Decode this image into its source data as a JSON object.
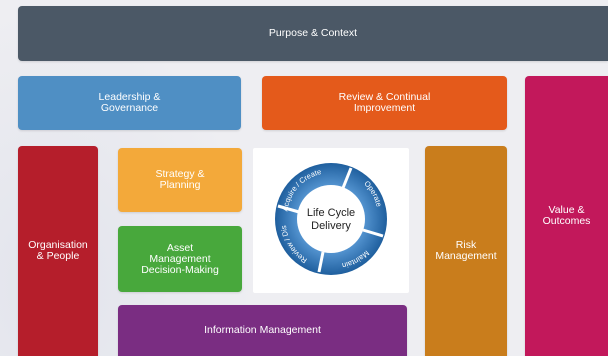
{
  "blocks": {
    "purpose": "Purpose & Context",
    "leadership": "Leadership &\nGovernance",
    "review": "Review & Continual\nImprovement",
    "value": "Value &\nOutcomes",
    "organisation": "Organisation\n& People",
    "strategy": "Strategy &\nPlanning",
    "asset_management": "Asset\nManagement\nDecision-Making",
    "risk": "Risk\nManagement",
    "information": "Information Management"
  },
  "cycle": {
    "center_line1": "Life Cycle",
    "center_line2": "Delivery",
    "stages": [
      "Acquire / Create",
      "Operate",
      "Maintain",
      "Review / Dispose"
    ]
  },
  "colors": {
    "purpose": "#4b5866",
    "leadership": "#4f8fc4",
    "review": "#e45a1b",
    "value": "#c2185b",
    "organisation": "#b51e2b",
    "strategy": "#f3a93a",
    "asset_management": "#48a83c",
    "risk": "#c97d1c",
    "information": "#7a2d82",
    "cycle_ring": "#2f74b5"
  }
}
